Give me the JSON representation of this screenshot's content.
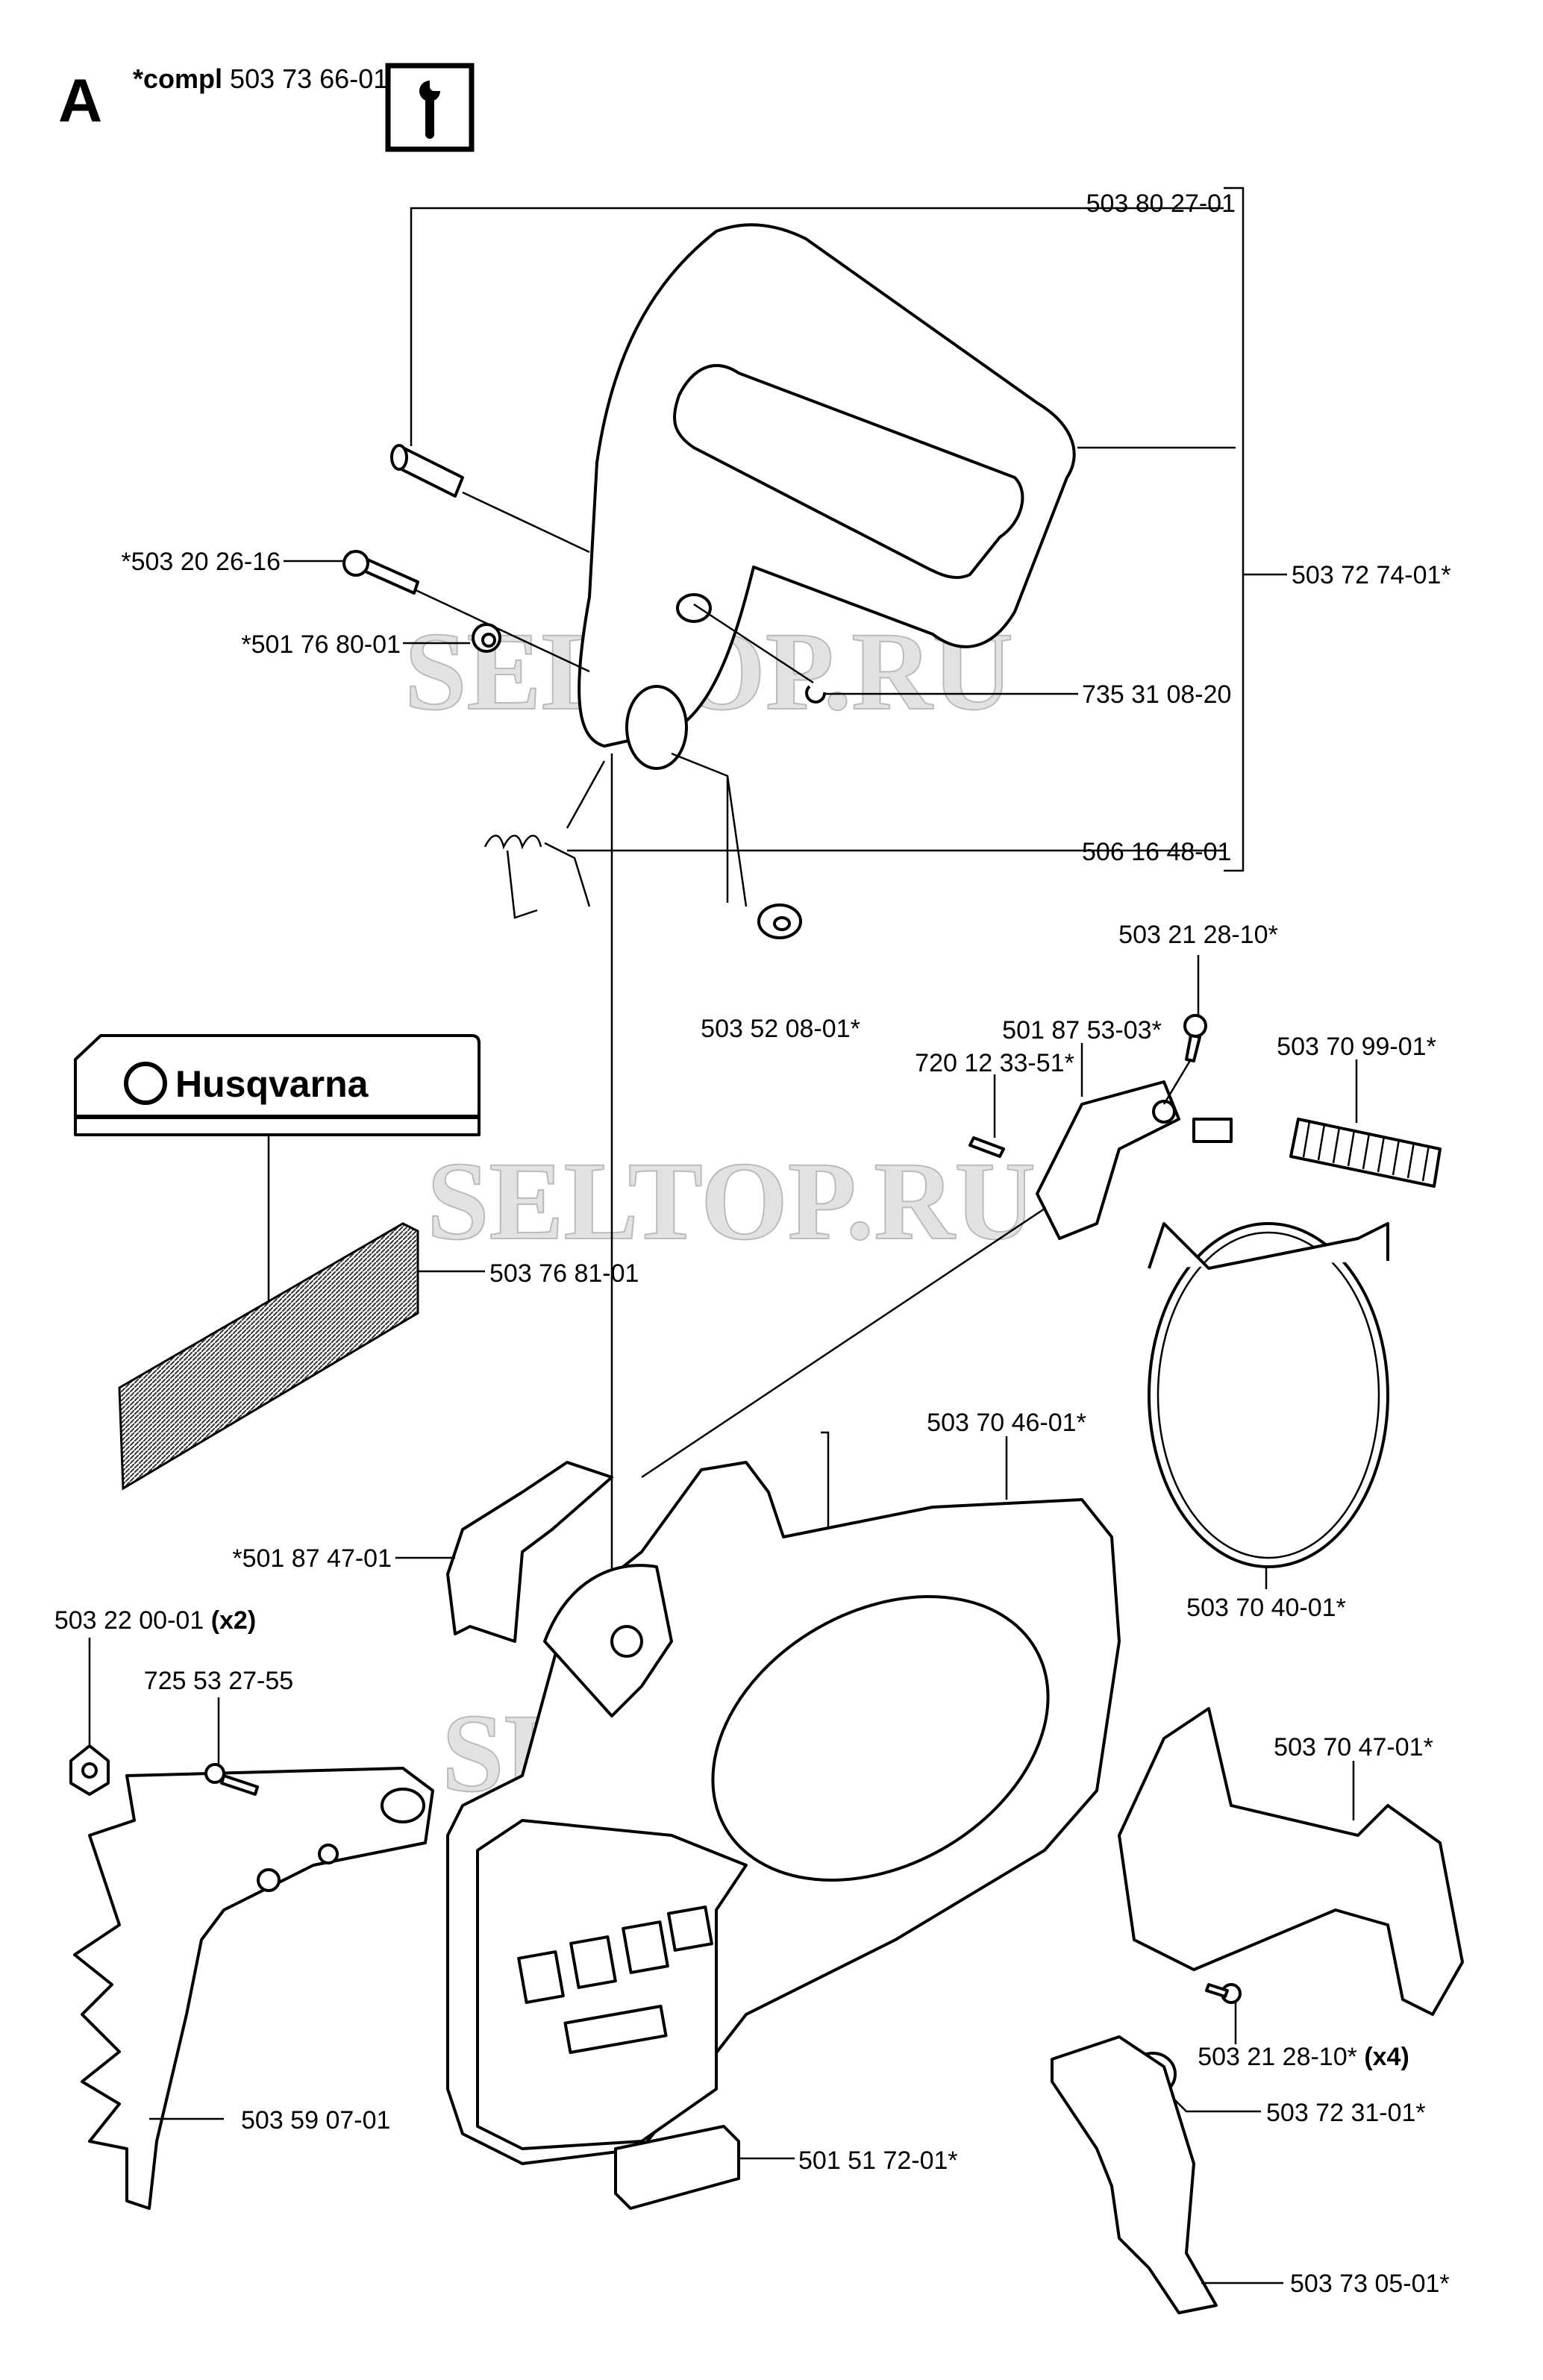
{
  "header": {
    "section_letter": "A",
    "compl_prefix": "*compl",
    "compl_part": "503 73 66-01",
    "tool_icon": "wrench-info-icon"
  },
  "brand": {
    "logo_text": "Husqvarna"
  },
  "watermarks": [
    "SELTOP.RU",
    "SELTOP.RU",
    "SELTOP.RU"
  ],
  "parts": {
    "p01": "503 80 27-01",
    "p02": "503 72 74-01*",
    "p03": "*503 20 26-16",
    "p04": "*501 76 80-01",
    "p05": "735 31 08-20",
    "p06": "506 16 48-01",
    "p07": "503 52 08-01*",
    "p08": "503 21 28-10*",
    "p09": "501 87 53-03*",
    "p10": "720 12 33-51*",
    "p11": "503 70 99-01*",
    "p12": "503 76 81-01",
    "p13": "503 70 46-01*",
    "p14": "*501 87 47-01",
    "p15": "503 70 40-01*",
    "p16": "503 22 00-01",
    "p16_qty": "(x2)",
    "p17": "725 53 27-55",
    "p18": "503 70 47-01*",
    "p19": "503 21 28-10*",
    "p19_qty": "(x4)",
    "p20": "503 59 07-01",
    "p21": "503 72 31-01*",
    "p22": "501 51 72-01*",
    "p23": "503 73 05-01*"
  }
}
